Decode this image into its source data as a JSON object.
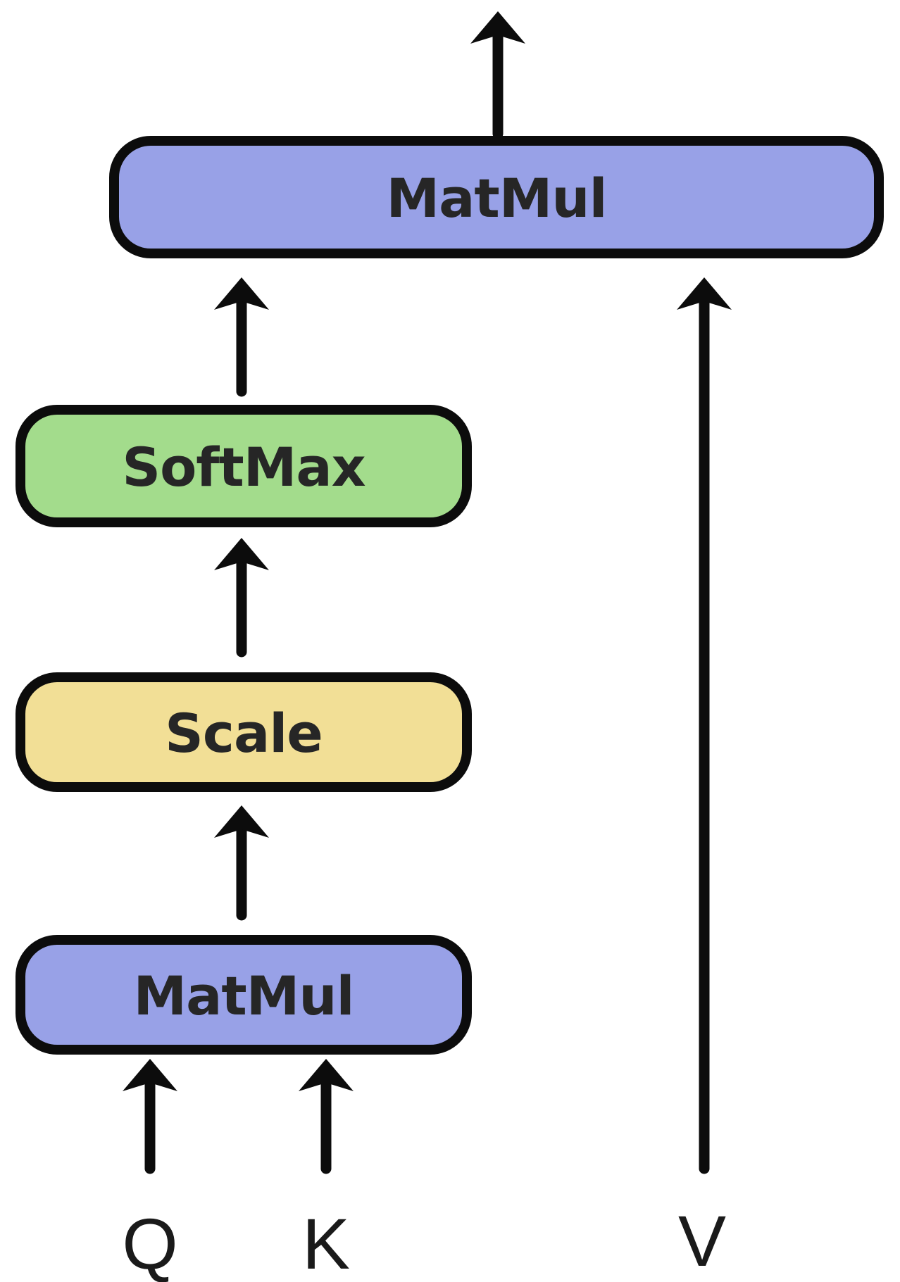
{
  "colors": {
    "background": "#ffffff",
    "outline": "#0c0c0c",
    "arrow": "#0c0c0c",
    "label_text": "#262626",
    "input_text": "#1a1a1a",
    "purple": "#98a1e7",
    "green": "#a3dc8c",
    "yellow": "#f2df96"
  },
  "nodes": {
    "matmul_top": {
      "label": "MatMul",
      "fill": "#98a1e7"
    },
    "softmax": {
      "label": "SoftMax",
      "fill": "#a3dc8c"
    },
    "scale": {
      "label": "Scale",
      "fill": "#f2df96"
    },
    "matmul_bottom": {
      "label": "MatMul",
      "fill": "#98a1e7"
    }
  },
  "inputs": {
    "q": "Q",
    "k": "K",
    "v": "V"
  }
}
